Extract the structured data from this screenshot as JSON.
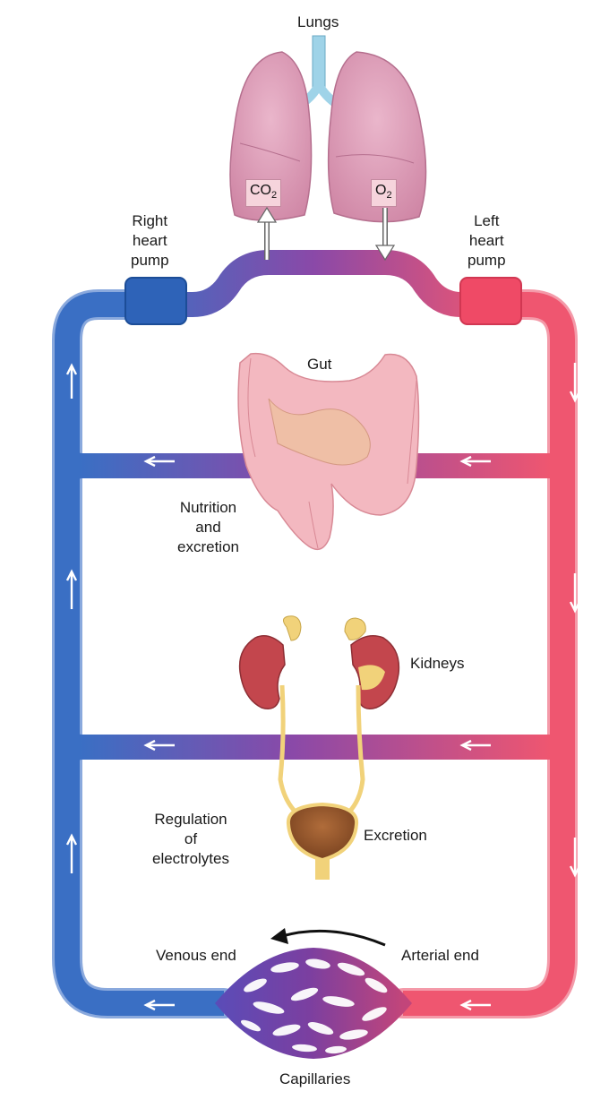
{
  "labels": {
    "lungs": "Lungs",
    "right_heart_1": "Right",
    "right_heart_2": "heart",
    "right_heart_3": "pump",
    "left_heart_1": "Left",
    "left_heart_2": "heart",
    "left_heart_3": "pump",
    "co2_main": "CO",
    "co2_sub": "2",
    "o2_main": "O",
    "o2_sub": "2",
    "gut": "Gut",
    "nutrition_1": "Nutrition",
    "nutrition_2": "and",
    "nutrition_3": "excretion",
    "kidneys": "Kidneys",
    "regulation_1": "Regulation",
    "regulation_2": "of",
    "regulation_3": "electrolytes",
    "excretion": "Excretion",
    "venous_end": "Venous end",
    "arterial_end": "Arterial end",
    "capillaries": "Capillaries"
  },
  "colors": {
    "venous": "#3a6fc4",
    "arterial": "#ef5670",
    "mixed": "#8a49a8",
    "lung_fill": "#e2a3bd",
    "gut_fill": "#f2b3bd",
    "kidney_fill": "#c3464d",
    "ureter": "#f1d27a",
    "bladder": "#9a5a2e"
  }
}
